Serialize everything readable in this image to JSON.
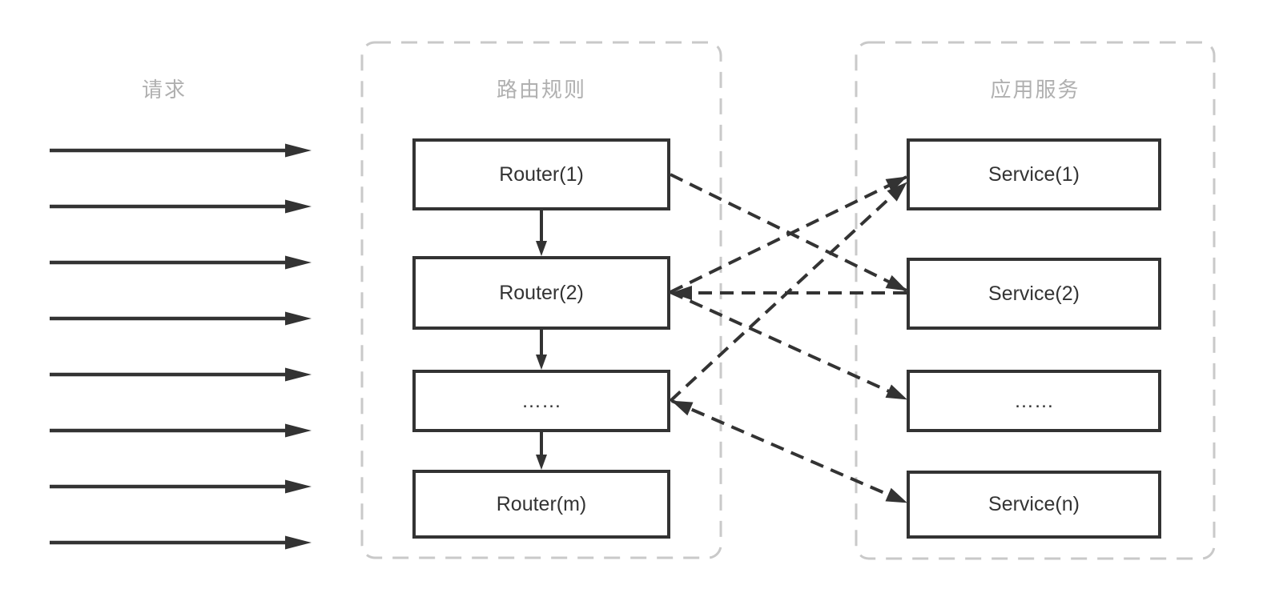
{
  "request_column": {
    "title": "请求",
    "arrow_count": 8
  },
  "routing_panel": {
    "title": "路由规则",
    "nodes": [
      {
        "label": "Router(1)"
      },
      {
        "label": "Router(2)"
      },
      {
        "label": "……"
      },
      {
        "label": "Router(m)"
      }
    ]
  },
  "services_panel": {
    "title": "应用服务",
    "nodes": [
      {
        "label": "Service(1)"
      },
      {
        "label": "Service(2)"
      },
      {
        "label": "……"
      },
      {
        "label": "Service(n)"
      }
    ]
  },
  "edges": [
    {
      "from": "Router(1)",
      "to": "Router(2)",
      "style": "solid"
    },
    {
      "from": "Router(2)",
      "to": "……",
      "style": "solid"
    },
    {
      "from": "……",
      "to": "Router(m)",
      "style": "solid"
    },
    {
      "from": "Router(1)",
      "to": "Service(2)",
      "style": "dashed"
    },
    {
      "from": "Router(2)",
      "to": "Service(1)",
      "style": "dashed"
    },
    {
      "from": "Service(2)",
      "to": "Router(2)",
      "style": "dashed"
    },
    {
      "from": "Router(2)",
      "to": "Service(……)",
      "style": "dashed"
    },
    {
      "from": "Router(……)",
      "to": "Service(1)",
      "style": "dashed"
    },
    {
      "from": "Router(……)",
      "to": "Service(n)",
      "style": "dashed",
      "bidirectional": true
    }
  ],
  "colors": {
    "line": "#333333",
    "panel_border": "#c9c9c9",
    "panel_title": "#b0b0b0",
    "node_border": "#333333",
    "node_text": "#333333",
    "background": "#ffffff"
  }
}
